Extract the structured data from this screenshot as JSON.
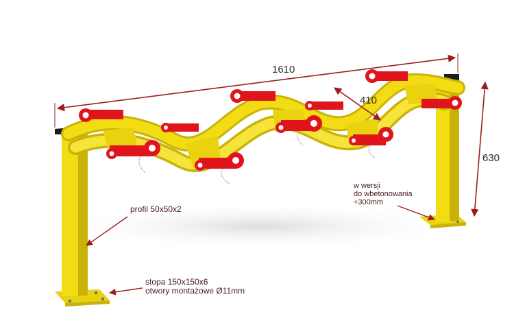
{
  "dimensions": {
    "width": "1610",
    "height": "630",
    "depth": "410"
  },
  "annotations": {
    "profile": "profil 50x50x2",
    "foot_line1": "stopa 150x150x6",
    "foot_line2": "otwory montażowe Ø11mm",
    "concrete_line1": "w wersji",
    "concrete_line2": "do wbetonowania",
    "concrete_line3": "+300mm"
  },
  "colors": {
    "frame_yellow": "#f2dc13",
    "frame_shadow": "#c9b30a",
    "holder_red": "#e0141b",
    "dimension_line": "#9c1c1c",
    "cap_black": "#1c1c1c",
    "chain": "#b8b8b8"
  }
}
